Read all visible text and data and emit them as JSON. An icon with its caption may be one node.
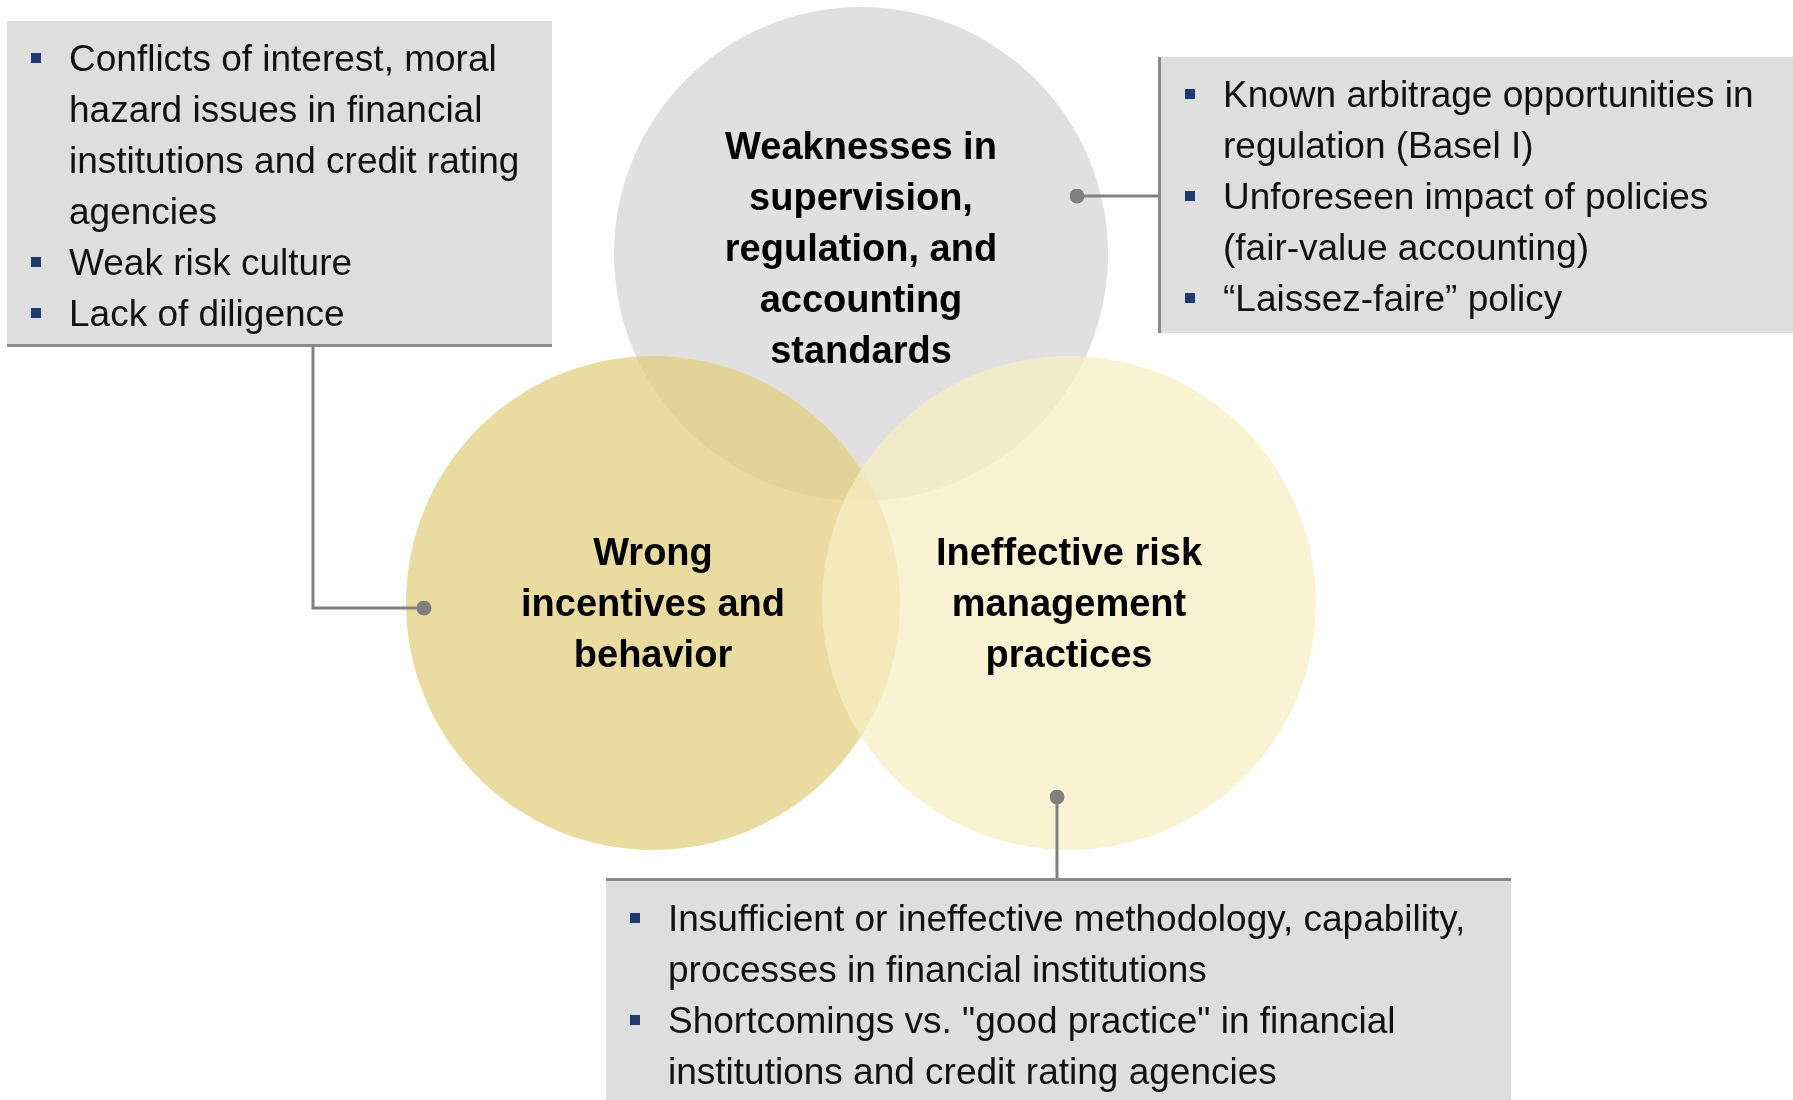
{
  "diagram": {
    "nodes": [
      {
        "text": [
          "Weaknesses in supervision, regulation, and accounting standards"
        ]
      },
      {
        "text": [
          "Wrong incentives and behavior"
        ]
      },
      {
        "text": [
          "Ineffective risk management practices"
        ]
      },
      {
        "text": [
          "Conflicts of interest, moral hazard issues in financial institutions and credit rating agencies",
          "Weak risk culture",
          "Lack of diligence"
        ]
      },
      {
        "text": [
          "Known arbitrage opportunities in regulation (Basel I)",
          "Unforeseen impact of policies (fair-value accounting)",
          "“Laissez-faire” policy"
        ]
      },
      {
        "text": [
          "Insufficient or ineffective methodology, capability, processes in financial institutions",
          "Shortcomings vs. \"good practice\" in financial institutions and credit rating agencies"
        ]
      }
    ],
    "edges": [
      {
        "from": 3,
        "to": 1,
        "arrow": "other"
      },
      {
        "from": 4,
        "to": 0,
        "arrow": "other"
      },
      {
        "from": 5,
        "to": 2,
        "arrow": "other"
      }
    ]
  }
}
